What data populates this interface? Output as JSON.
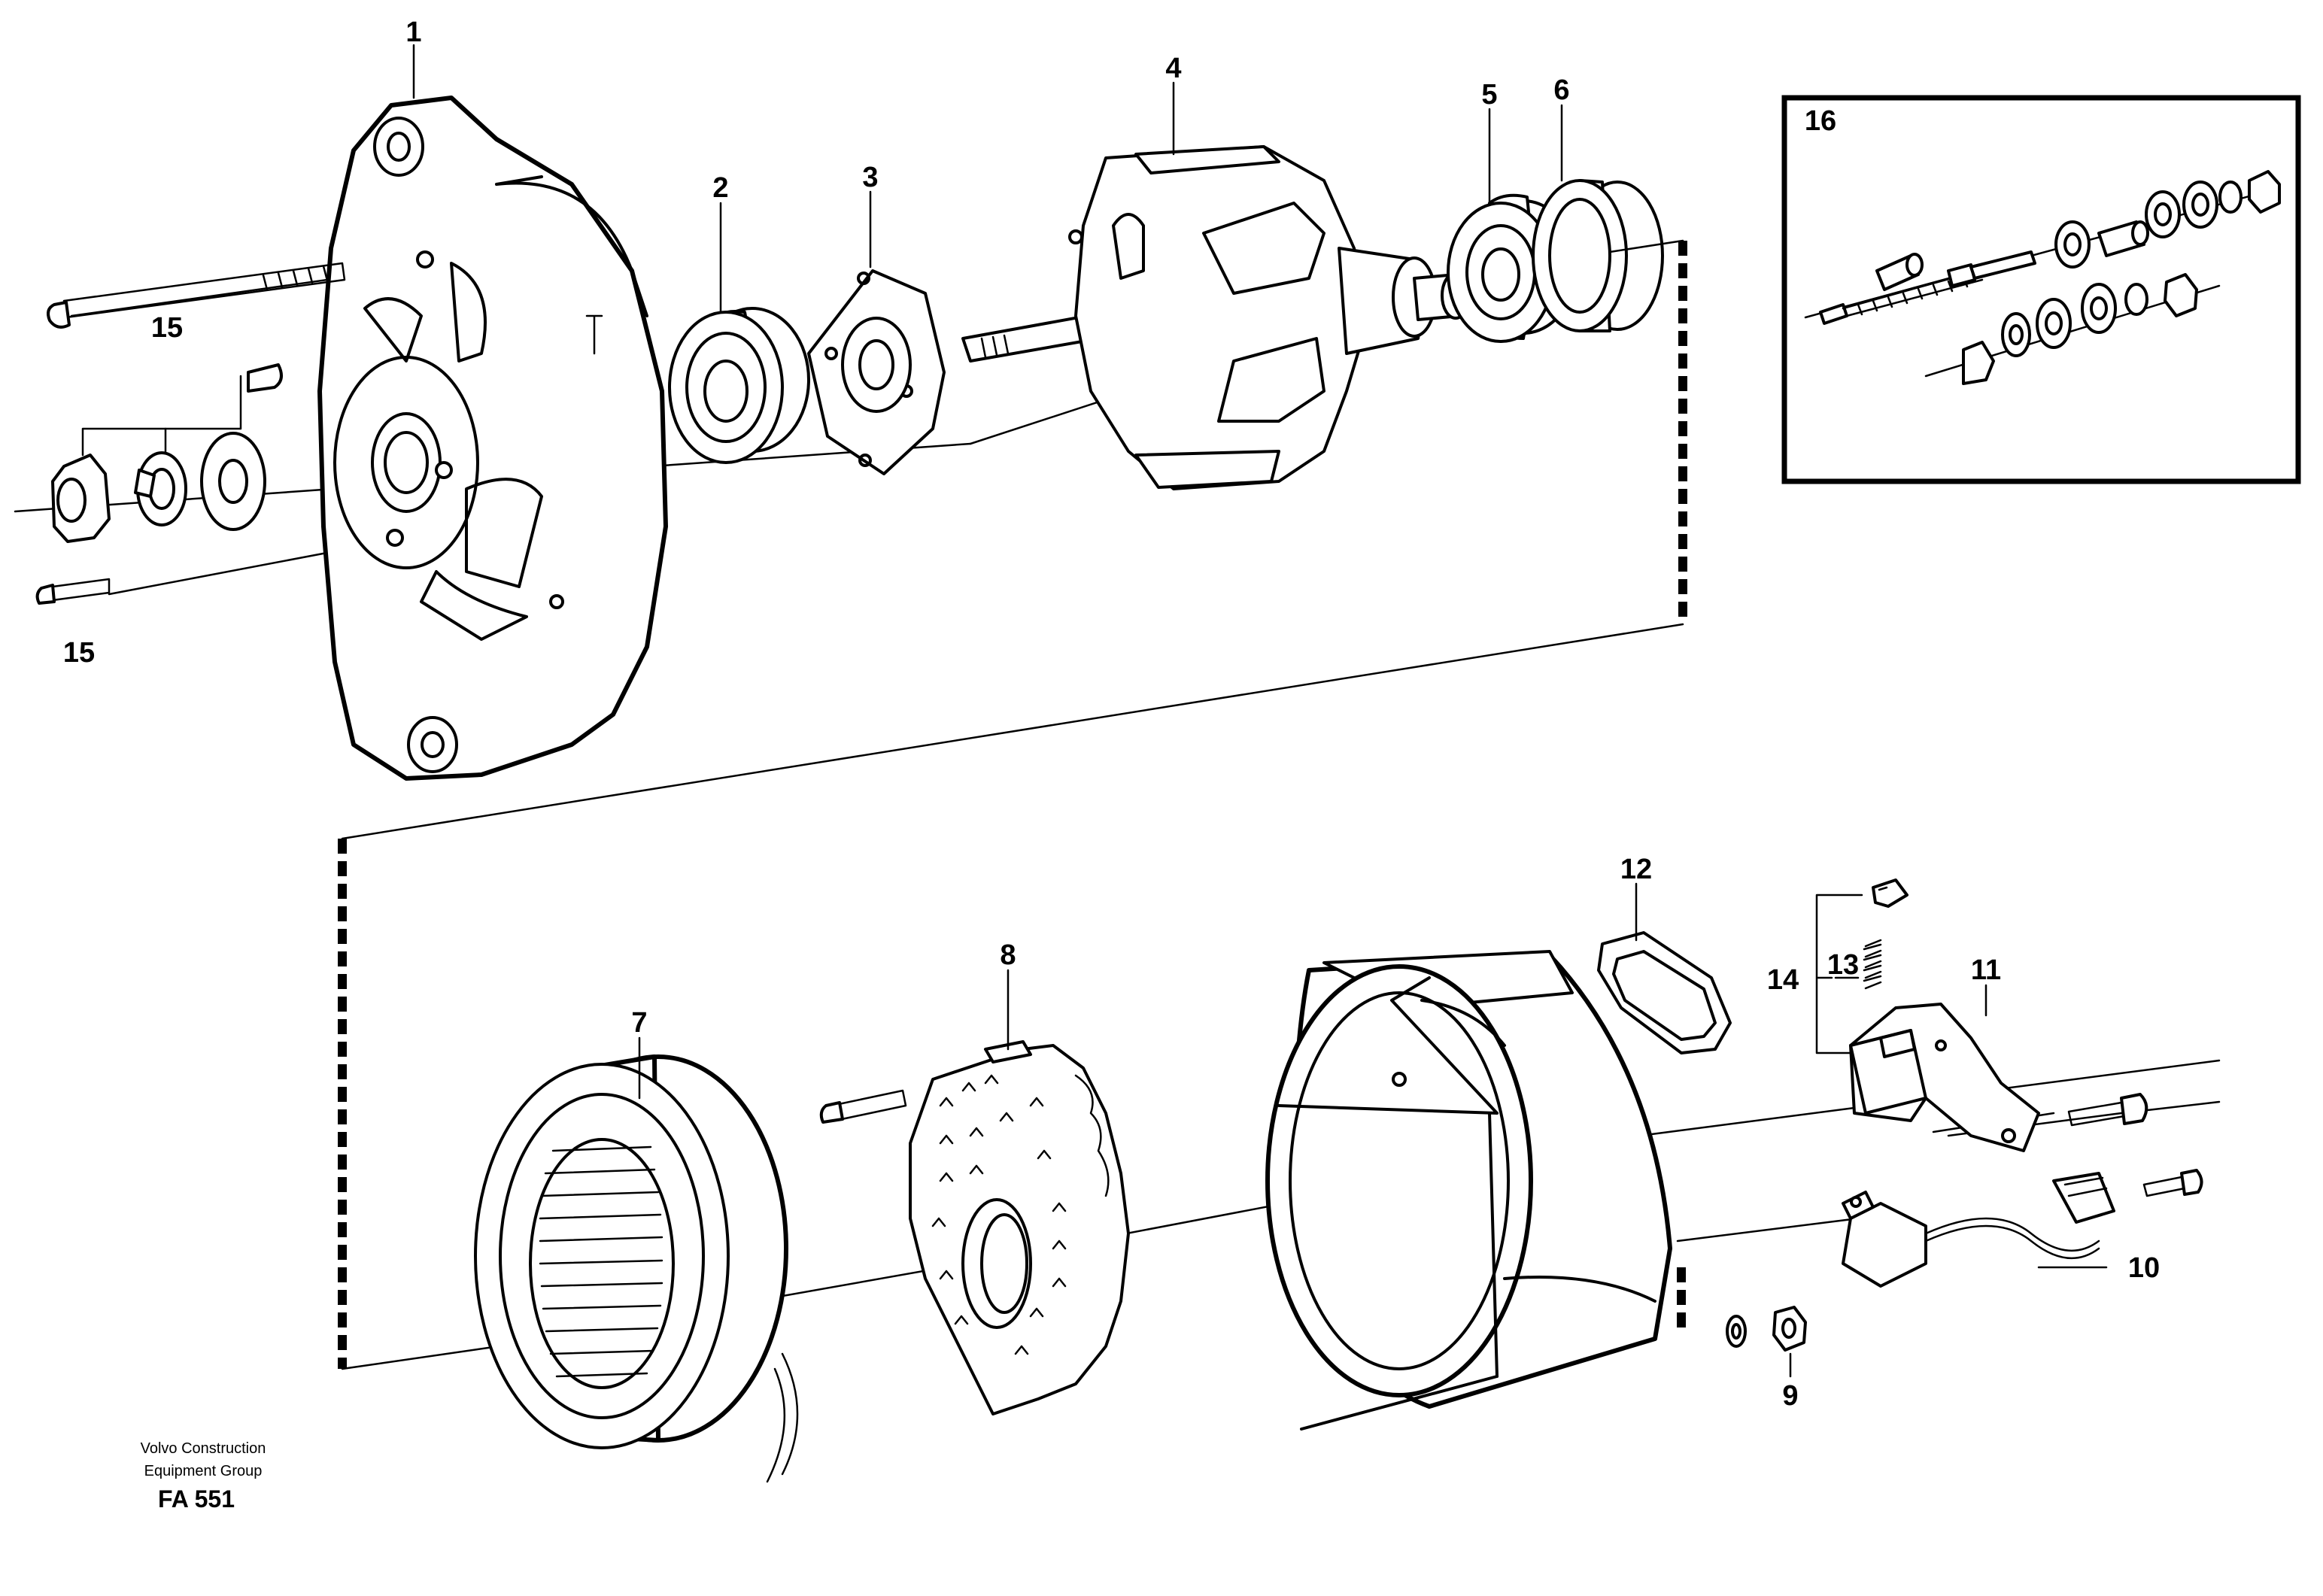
{
  "diagram": {
    "callouts": [
      "1",
      "2",
      "3",
      "4",
      "5",
      "6",
      "7",
      "8",
      "9",
      "10",
      "11",
      "12",
      "13",
      "14",
      "15",
      "15",
      "15",
      "16"
    ],
    "caption": {
      "line1": "Volvo Construction",
      "line2": "Equipment Group",
      "code": "FA 551"
    }
  }
}
